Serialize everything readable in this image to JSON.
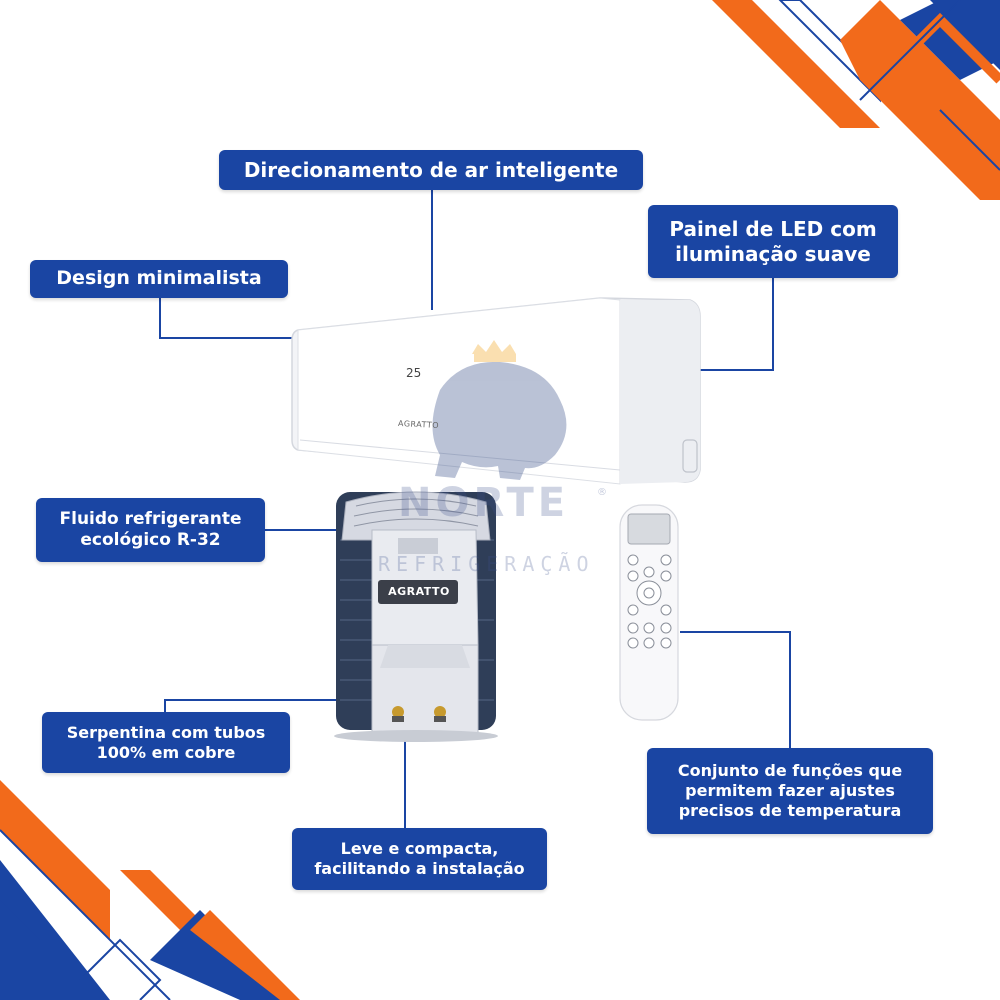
{
  "labels": {
    "air_direction": [
      "Direcionamento de ar inteligente"
    ],
    "led_panel": [
      "Painel de LED com",
      "iluminação suave"
    ],
    "design": [
      "Design minimalista"
    ],
    "refrigerant": [
      "Fluido refrigerante",
      "ecológico R-32"
    ],
    "coil": [
      "Serpentina com tubos",
      "100% em cobre"
    ],
    "compact": [
      "Leve e compacta,",
      "facilitando a instalação"
    ],
    "functions": [
      "Conjunto de funções que",
      "permitem fazer ajustes",
      "precisos de temperatura"
    ]
  },
  "products": {
    "indoor_brand": "AGRATTO",
    "outdoor_brand": "AGRATTO",
    "indoor_display": "25"
  },
  "watermark": {
    "name": "NORTE",
    "subtitle": "REFRIGERAÇÃO",
    "registered": "®"
  },
  "colors": {
    "label_bg": "#1a45a3",
    "accent_orange": "#f26a1b",
    "accent_blue": "#1a45a3",
    "line": "#1a45a3"
  }
}
